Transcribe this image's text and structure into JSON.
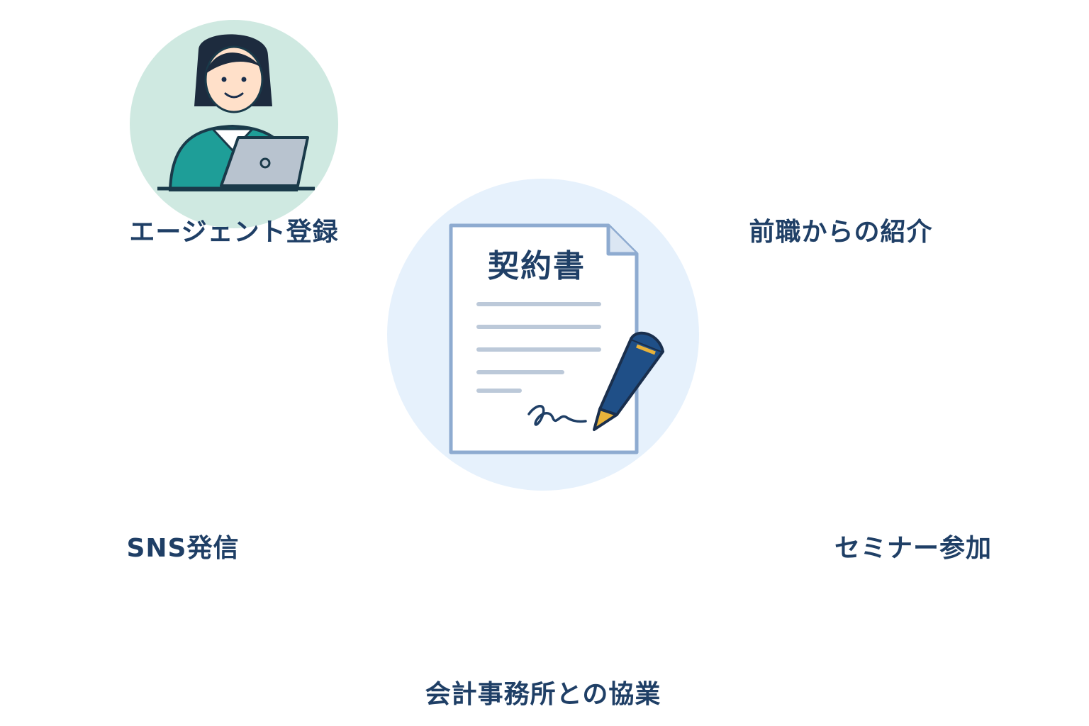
{
  "center": {
    "title": "契約書"
  },
  "channels": [
    {
      "id": "agent",
      "label": "エージェント登録",
      "icon": "laptop-woman-icon",
      "color": "#cfe9e1"
    },
    {
      "id": "referral",
      "label": "前職からの紹介",
      "icon": "handshake-colleagues-icon",
      "color": "#fbe6b0"
    },
    {
      "id": "sns",
      "label": "SNS発信",
      "icon": "smartphone-like-icon",
      "color": "#d7e7fb"
    },
    {
      "id": "seminar",
      "label": "セミナー参加",
      "icon": "presentation-icon",
      "color": "#fbdde0"
    },
    {
      "id": "accounting",
      "label": "会計事務所との協業",
      "icon": "office-building-calculator-icon",
      "color": "#dcedd2"
    }
  ],
  "colors": {
    "arrow": "#2f7dd3",
    "text": "#1f3f66",
    "center_circle": "#e6f1fc"
  }
}
